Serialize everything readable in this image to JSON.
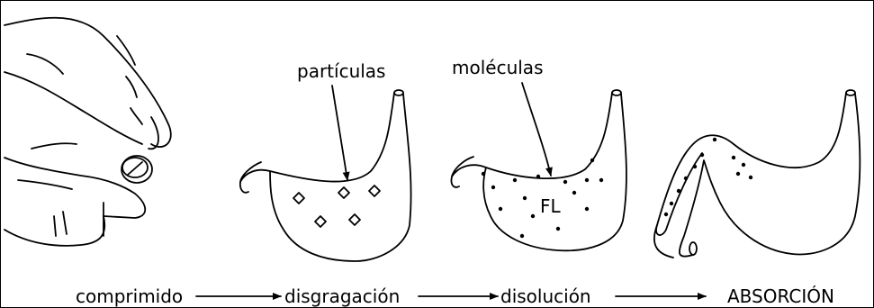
{
  "figure": {
    "stages": {
      "tablet": "comprimido",
      "disintegration": "disgragación",
      "dissolution": "disolución",
      "absorption": "ABSORCIÓN"
    },
    "labels": {
      "particles": "partículas",
      "molecules": "moléculas",
      "fluid": "FL"
    }
  }
}
